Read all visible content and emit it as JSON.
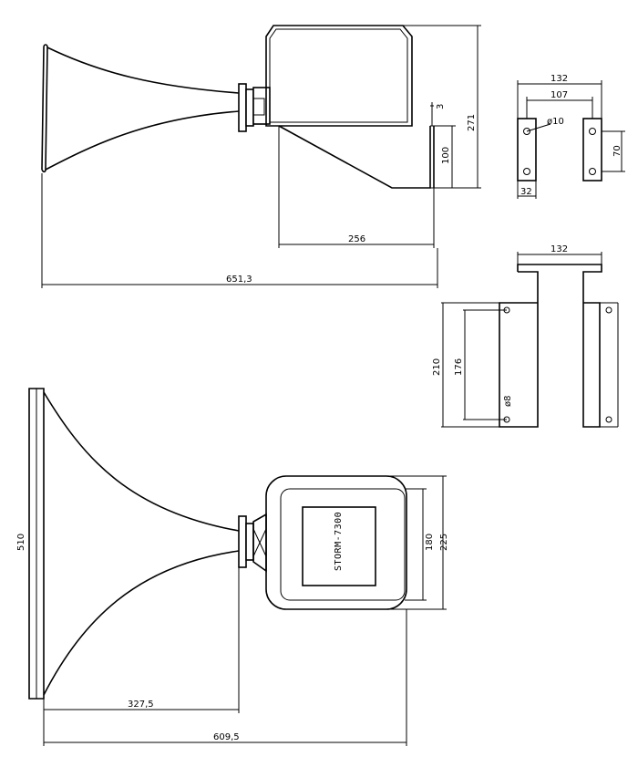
{
  "dimensions": {
    "side_total_length": "651,3",
    "side_box_depth": "256",
    "side_total_height": "271",
    "side_lower_height": "100",
    "side_small_gap": "3",
    "bracket_top_outer": "132",
    "bracket_top_inner": "107",
    "bracket_hole": "ø10",
    "bracket_top_height": "70",
    "bracket_tab_width": "32",
    "bracket_side_width": "132",
    "bracket_side_height": "210",
    "bracket_side_hole_span": "176",
    "bracket_side_hole": "ø8",
    "front_horn_diameter": "510",
    "front_horn_depth": "327,5",
    "front_total_length": "609,5",
    "front_box_inner_height": "180",
    "front_box_outer_height": "225"
  },
  "labels": {
    "model_plate": "STORM-7300"
  }
}
